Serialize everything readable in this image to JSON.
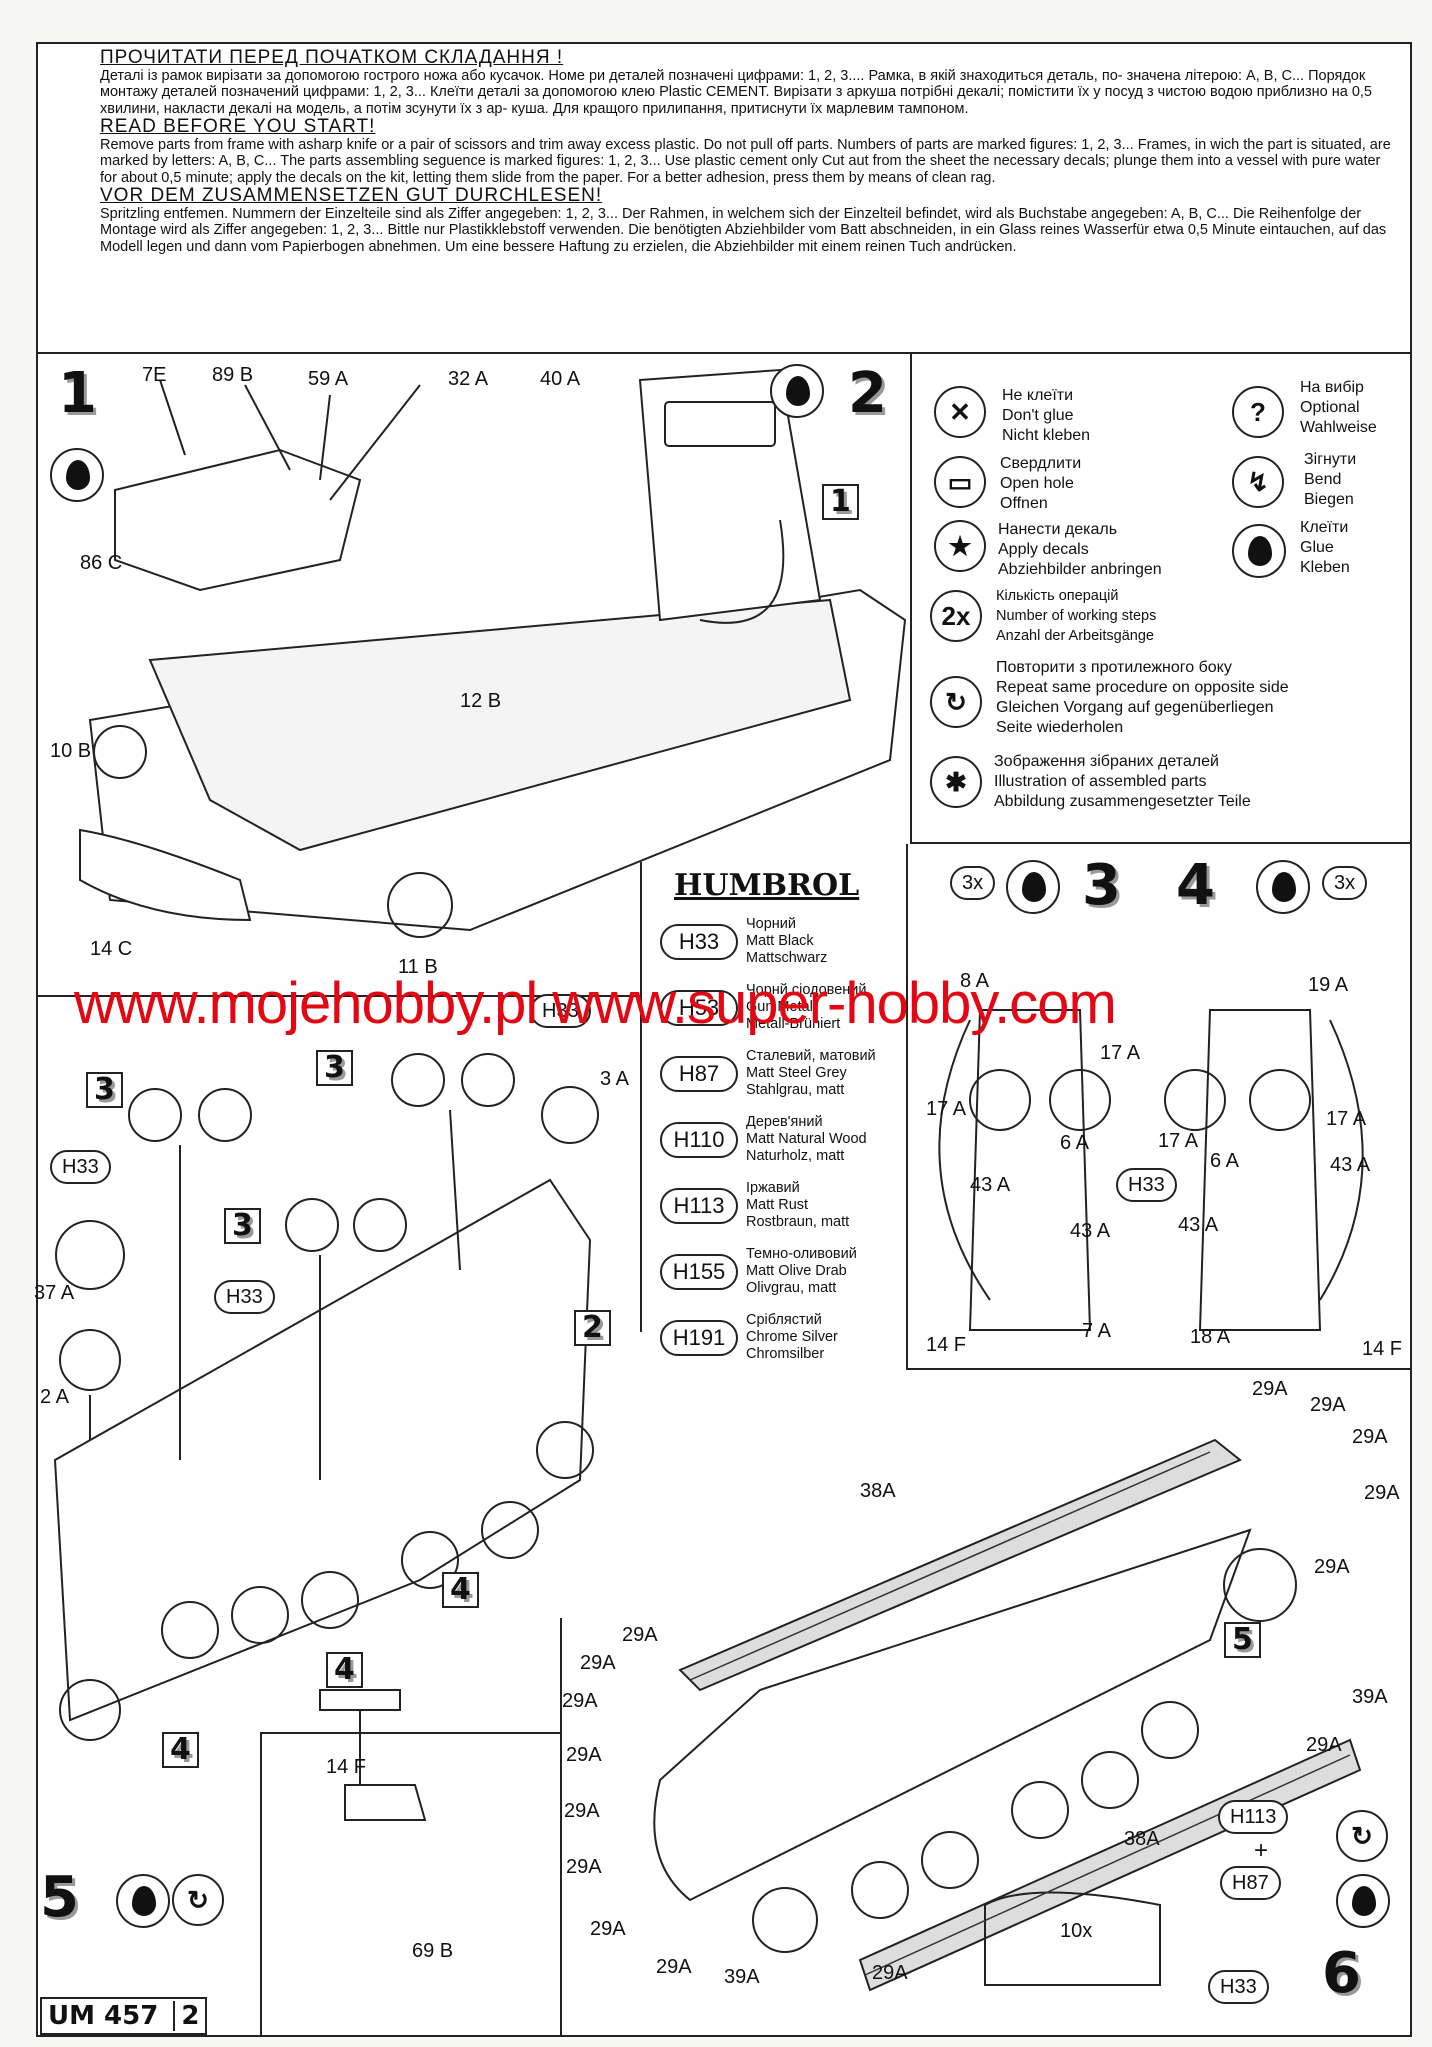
{
  "intro": {
    "ua_title": "ПРОЧИТАТИ ПЕРЕД ПОЧАТКОМ СКЛАДАННЯ !",
    "ua_text": "Деталі із рамок вирізати за допомогою гострого ножа або кусачок. Номе ри деталей позначені цифрами: 1, 2, 3.... Рамка, в якій знаходиться деталь, по- значена літерою: A, B, C... Порядок монтажу деталей позначений цифрами: 1, 2, 3... Клеїти деталі за допомогою клею Plastic CEMENT. Вирізати з аркуша потрібні декалі; помістити їх у посуд з чистою водою приблизно на 0,5 хвилини, накласти декалі на модель, а потім зсунути їх з ар- куша. Для кращого прилипання, притиснути їх марлевим тампоном.",
    "en_title": "READ BEFORE YOU START!",
    "en_text": "Remove parts from frame with asharp knife or a pair of scissors and trim away excess plastic. Do not pull off parts. Numbers of parts are marked figures: 1, 2, 3... Frames, in wich the part is situated, are marked by letters: A, B, C... The parts assembling seguence is marked figures: 1, 2, 3... Use plastic cement only Cut aut from the sheet the necessary decals; plunge them into a vessel with pure water for about 0,5 minute; apply the decals on the kit, letting them slide from the paper. For a better adhesion, press them by means of clean rag.",
    "de_title": "VOR DEM ZUSAMMENSETZEN GUT DURCHLESEN!",
    "de_text": "Spritzling entfemen. Nummern der Einzelteile sind als Ziffer angegeben: 1, 2, 3... Der Rahmen, in welchem sich der Einzelteil befindet, wird als Buchstabe angegeben: A, B, C... Die Reihenfolge der Montage wird als Ziffer angegeben: 1, 2, 3... Bittle nur Plastikklebstoff verwenden. Die benötigten Abziehbilder vom Batt abschneiden, in ein Glass reines Wasserfür etwa 0,5 Minute eintauchen, auf das Modell legen und dann vom Papierbogen abnehmen. Um eine bessere Haftung zu erzielen, die Abziehbilder mit einem reinen Tuch andrücken."
  },
  "steps": {
    "s1": "1",
    "s2": "2",
    "s3": "3",
    "s4": "4",
    "s5": "5",
    "s6": "6"
  },
  "legend": {
    "noglue": "Не клеїти\nDon't glue\nNicht kleben",
    "hole": "Свердлити\nOpen hole\nOffnen",
    "decal": "Нанести декаль\nApply decals\nAbziehbilder anbringen",
    "times_icon": "2x",
    "times": "Кількість операцій\nNumber of working steps\nAnzahl der Arbeitsgänge",
    "repeat": "Повторити з протилежного боку\nRepeat same procedure on opposite side\nGleichen Vorgang auf gegenüberliegen\nSeite wiederholen",
    "assembled": "Зображення зібраних деталей\nIllustration of assembled parts\nAbbildung zusammengesetzter Teile",
    "optional": "На вибір\nOptional\nWahlweise",
    "bend": "Зігнути\nBend\nBiegen",
    "glue": "Клеїти\nGlue\nKleben"
  },
  "humbrol": {
    "brand": "HUMBROL",
    "paints": [
      {
        "code": "H33",
        "text": "Чорний\nMatt Black\nMattschwarz"
      },
      {
        "code": "H53",
        "text": "Чорнй сіодовений\nGun Metal\nMetall-Brüniert"
      },
      {
        "code": "H87",
        "text": "Сталевий, матовий\nMatt Steel Grey\nStahlgrau, matt"
      },
      {
        "code": "H110",
        "text": "Дерев'яний\nMatt Natural Wood\nNaturholz, matt"
      },
      {
        "code": "H113",
        "text": "Іржавий\nMatt Rust\nRostbraun, matt"
      },
      {
        "code": "H155",
        "text": "Темно-оливовий\nMatt Olive Drab\nOlivgrau, matt"
      },
      {
        "code": "H191",
        "text": "Сріблястий\nChrome Silver\nChromsilber"
      }
    ]
  },
  "labels": {
    "p7E": "7E",
    "p89B": "89 B",
    "p59A": "59 A",
    "p32A": "32 A",
    "p40A": "40 A",
    "p86C": "86 C",
    "p10B": "10 B",
    "p12B": "12 B",
    "p14C": "14 C",
    "p11B": "11 B",
    "p3A": "3 A",
    "p37A": "37 A",
    "p2A": "2 A",
    "p8A": "8 A",
    "p19A": "19 A",
    "p17A_1": "17 A",
    "p17A_2": "17 A",
    "p17A_3": "17 A",
    "p17A_4": "17 A",
    "p6A_1": "6 A",
    "p6A_2": "6 A",
    "p43A_1": "43 A",
    "p43A_2": "43 A",
    "p43A_3": "43 A",
    "p43A_4": "43 A",
    "p14F_1": "14 F",
    "p7A": "7 A",
    "p18A": "18 A",
    "p14F_2": "14 F",
    "x3_left": "3x",
    "x3_right": "3x",
    "p14F_5": "14 F",
    "p69B": "69 B",
    "p38A_1": "38A",
    "p38A_2": "38A",
    "p39A_1": "39A",
    "p39A_2": "39A",
    "x10": "10x",
    "p29A": "29A"
  },
  "paint_tags": {
    "h33_a": "H33",
    "h33_b": "H33",
    "h33_c": "H33",
    "h33_d": "H33",
    "h33_e": "H33",
    "h113": "H113",
    "h87": "H87",
    "plus": "+"
  },
  "watermark": "www.mojehobby.pl www.super-hobby.com",
  "footer": {
    "code": "UM 457",
    "page": "2"
  },
  "colors": {
    "watermark": "#e30613",
    "line": "#222222",
    "paint_band": "#777777"
  }
}
